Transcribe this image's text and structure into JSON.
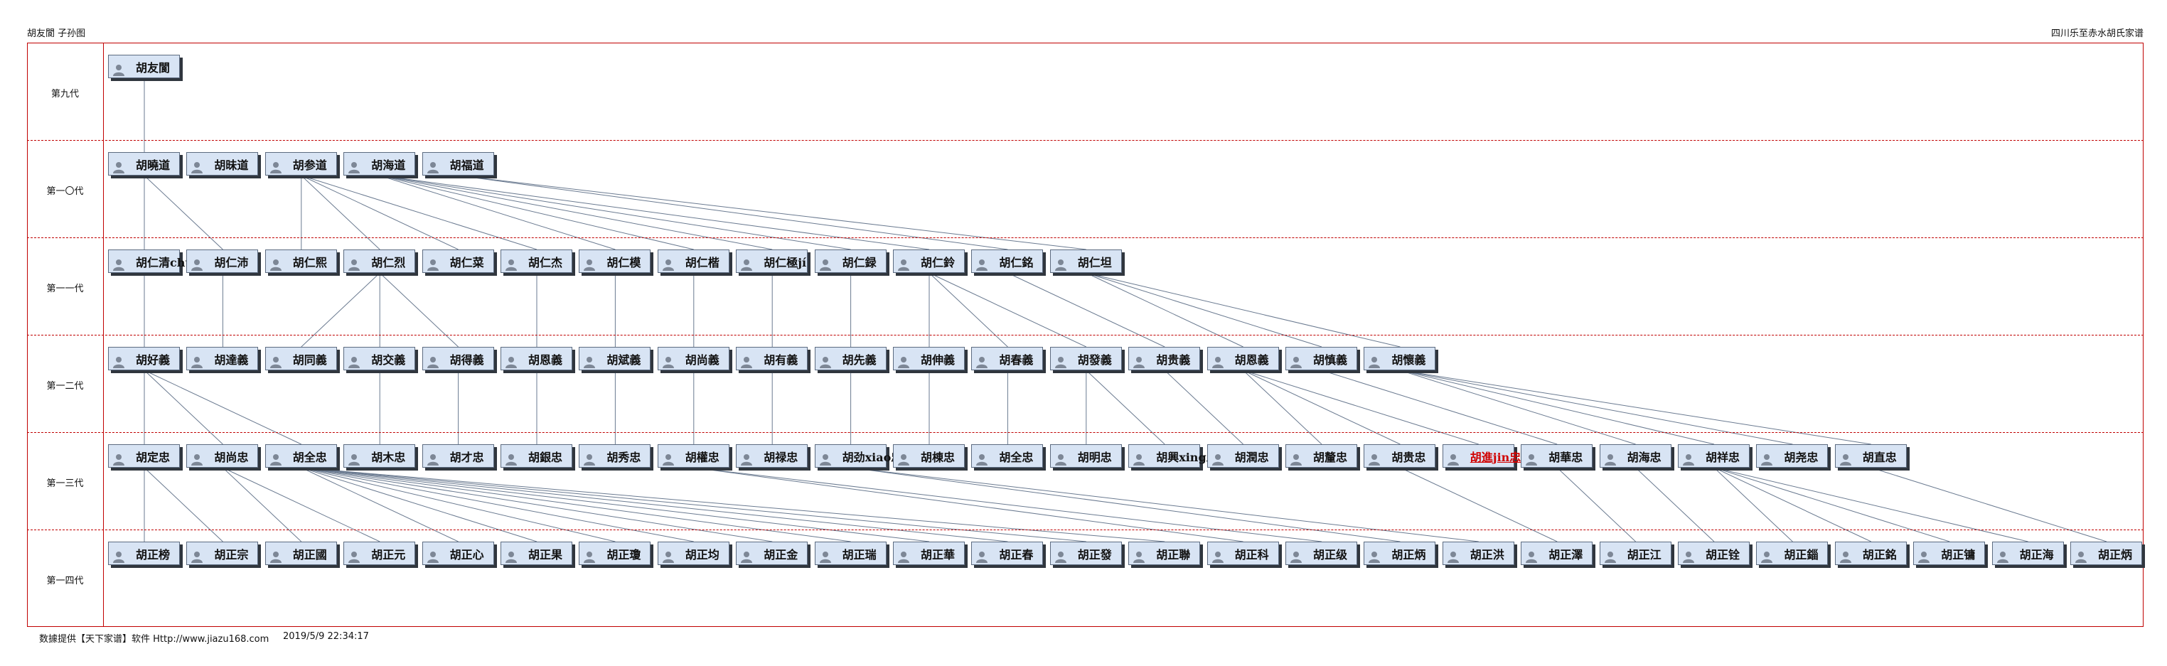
{
  "header": {
    "left": "胡友閬 子孙图",
    "right": "四川乐至赤水胡氏家谱"
  },
  "generations": [
    "第九代",
    "第一〇代",
    "第一一代",
    "第一二代",
    "第一三代",
    "第一四代"
  ],
  "people": [
    [
      "胡友閬"
    ],
    [
      "胡曉道",
      "胡昧道",
      "胡参道",
      "胡海道",
      "胡福道"
    ],
    [
      "胡仁清chün",
      "胡仁沛",
      "胡仁熙",
      "胡仁烈",
      "胡仁菜",
      "胡仁杰",
      "胡仁模",
      "胡仁楷",
      "胡仁極jí",
      "胡仁録",
      "胡仁鈴",
      "胡仁銘",
      "胡仁坦"
    ],
    [
      "胡好義",
      "胡達義",
      "胡同義",
      "胡交義",
      "胡得義",
      "胡恩義",
      "胡斌義",
      "胡尚義",
      "胡有義",
      "胡先義",
      "胡伸義",
      "胡春義",
      "胡發義",
      "胡贵義",
      "胡恩義",
      "胡慎義",
      "胡懷義"
    ],
    [
      "胡定忠",
      "胡尚忠",
      "胡全忠",
      "胡木忠",
      "胡才忠",
      "胡銀忠",
      "胡秀忠",
      "胡權忠",
      "胡禄忠",
      "胡劲xiao忠",
      "胡棟忠",
      "胡全忠",
      "胡明忠",
      "胡興xing忠",
      "胡潤忠",
      "胡釐忠",
      "胡贵忠",
      "胡進jin忠",
      "胡華忠",
      "胡海忠",
      "胡祥忠",
      "胡尧忠",
      "胡直忠"
    ],
    [
      "胡正榜",
      "胡正宗",
      "胡正國",
      "胡正元",
      "胡正心",
      "胡正果",
      "胡正瓊",
      "胡正均",
      "胡正金",
      "胡正瑞",
      "胡正華",
      "胡正春",
      "胡正發",
      "胡正聯",
      "胡正科",
      "胡正级",
      "胡正炳",
      "胡正洪",
      "胡正澤",
      "胡正江",
      "胡正铨",
      "胡正錙",
      "胡正銘",
      "胡正镛",
      "胡正海",
      "胡正炳"
    ]
  ],
  "highlighted": {
    "row": 4,
    "index": 17,
    "color": "#d00000"
  },
  "links": [
    [
      [
        0,
        0
      ],
      [
        0,
        0
      ],
      [
        0,
        0
      ],
      [
        0,
        0
      ],
      [
        0,
        0
      ]
    ],
    [
      [
        0,
        0
      ],
      [
        0,
        1
      ],
      [
        2,
        2
      ],
      [
        2,
        3
      ],
      [
        2,
        4
      ],
      [
        2,
        5
      ],
      [
        3,
        6
      ],
      [
        3,
        7
      ],
      [
        3,
        8
      ],
      [
        3,
        9
      ],
      [
        3,
        10
      ],
      [
        4,
        11
      ],
      [
        4,
        12
      ]
    ],
    [
      [
        0,
        0
      ],
      [
        1,
        1
      ],
      [
        3,
        2
      ],
      [
        3,
        3
      ],
      [
        3,
        4
      ],
      [
        5,
        5
      ],
      [
        6,
        6
      ],
      [
        7,
        7
      ],
      [
        8,
        8
      ],
      [
        9,
        9
      ],
      [
        10,
        10
      ],
      [
        10,
        11
      ],
      [
        10,
        12
      ],
      [
        11,
        13
      ],
      [
        12,
        14
      ],
      [
        12,
        15
      ],
      [
        12,
        16
      ]
    ],
    [
      [
        0,
        0
      ],
      [
        0,
        1
      ],
      [
        0,
        2
      ],
      [
        3,
        3
      ],
      [
        4,
        4
      ],
      [
        5,
        5
      ],
      [
        6,
        6
      ],
      [
        7,
        7
      ],
      [
        8,
        8
      ],
      [
        9,
        9
      ],
      [
        10,
        10
      ],
      [
        11,
        11
      ],
      [
        12,
        12
      ],
      [
        12,
        13
      ],
      [
        13,
        14
      ],
      [
        14,
        15
      ],
      [
        14,
        16
      ],
      [
        14,
        17
      ],
      [
        15,
        18
      ],
      [
        16,
        19
      ],
      [
        16,
        20
      ],
      [
        16,
        21
      ],
      [
        16,
        22
      ]
    ],
    [
      [
        0,
        0
      ],
      [
        0,
        1
      ],
      [
        1,
        2
      ],
      [
        1,
        3
      ],
      [
        2,
        4
      ],
      [
        2,
        5
      ],
      [
        2,
        6
      ],
      [
        2,
        7
      ],
      [
        2,
        8
      ],
      [
        2,
        9
      ],
      [
        2,
        10
      ],
      [
        2,
        11
      ],
      [
        2,
        12
      ],
      [
        2,
        13
      ],
      [
        7,
        14
      ],
      [
        7,
        15
      ],
      [
        9,
        16
      ],
      [
        9,
        17
      ],
      [
        16,
        18
      ],
      [
        18,
        19
      ],
      [
        19,
        20
      ],
      [
        20,
        21
      ],
      [
        20,
        22
      ],
      [
        20,
        23
      ],
      [
        20,
        24
      ],
      [
        22,
        25
      ]
    ]
  ],
  "avatar_icon": "person-silhouette-icon",
  "footer": {
    "source": "数據提供【天下家谱】软件 Http://www.jiazu168.com",
    "datetime": "2019/5/9 22:34:17"
  },
  "colors": {
    "frame": "#c00000",
    "node_fill": "#d8e4f4",
    "node_border": "#5c6b80",
    "link": "#6a7a90"
  }
}
